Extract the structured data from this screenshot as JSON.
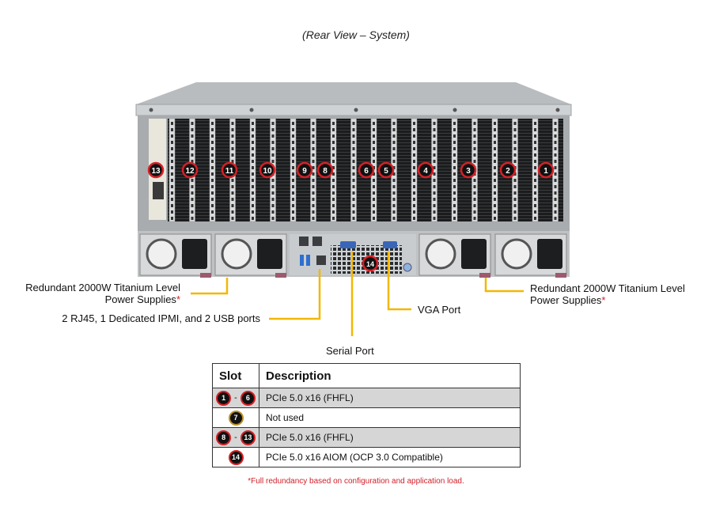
{
  "title": "(Rear View – System)",
  "colors": {
    "callout_line": "#f2b705",
    "badge_ring": "#d62027",
    "badge_ring_unused": "#b8912a",
    "footnote": "#d0202a",
    "table_shade": "#d6d6d6"
  },
  "slots": [
    {
      "n": "13"
    },
    {
      "n": "12"
    },
    {
      "n": "11"
    },
    {
      "n": "10"
    },
    {
      "n": "9"
    },
    {
      "n": "8"
    },
    {
      "n": "6"
    },
    {
      "n": "5"
    },
    {
      "n": "4"
    },
    {
      "n": "3"
    },
    {
      "n": "2"
    },
    {
      "n": "1"
    }
  ],
  "aiom_badge": "14",
  "callouts": {
    "psu_left_line1": "Redundant 2000W Titanium Level",
    "psu_left_line2": "Power Supplies",
    "psu_right_line1": "Redundant 2000W Titanium Level",
    "psu_right_line2": "Power Supplies",
    "asterisk": "*",
    "ports": "2 RJ45, 1 Dedicated IPMI,  and 2 USB  ports",
    "vga": "VGA Port",
    "serial": "Serial Port"
  },
  "table": {
    "headers": [
      "Slot",
      "Description"
    ],
    "rows": [
      {
        "from": "1",
        "to": "6",
        "sep": "-",
        "desc": "PCIe 5.0 x16 (FHFL)"
      },
      {
        "single": "7",
        "desc": "Not used"
      },
      {
        "from": "8",
        "to": "13",
        "sep": "-",
        "desc": "PCIe 5.0 x16 (FHFL)"
      },
      {
        "single": "14",
        "desc": "PCIe 5.0 x16 AIOM (OCP 3.0 Compatible)"
      }
    ]
  },
  "footnote": "*Full redundancy based on configuration and application load."
}
